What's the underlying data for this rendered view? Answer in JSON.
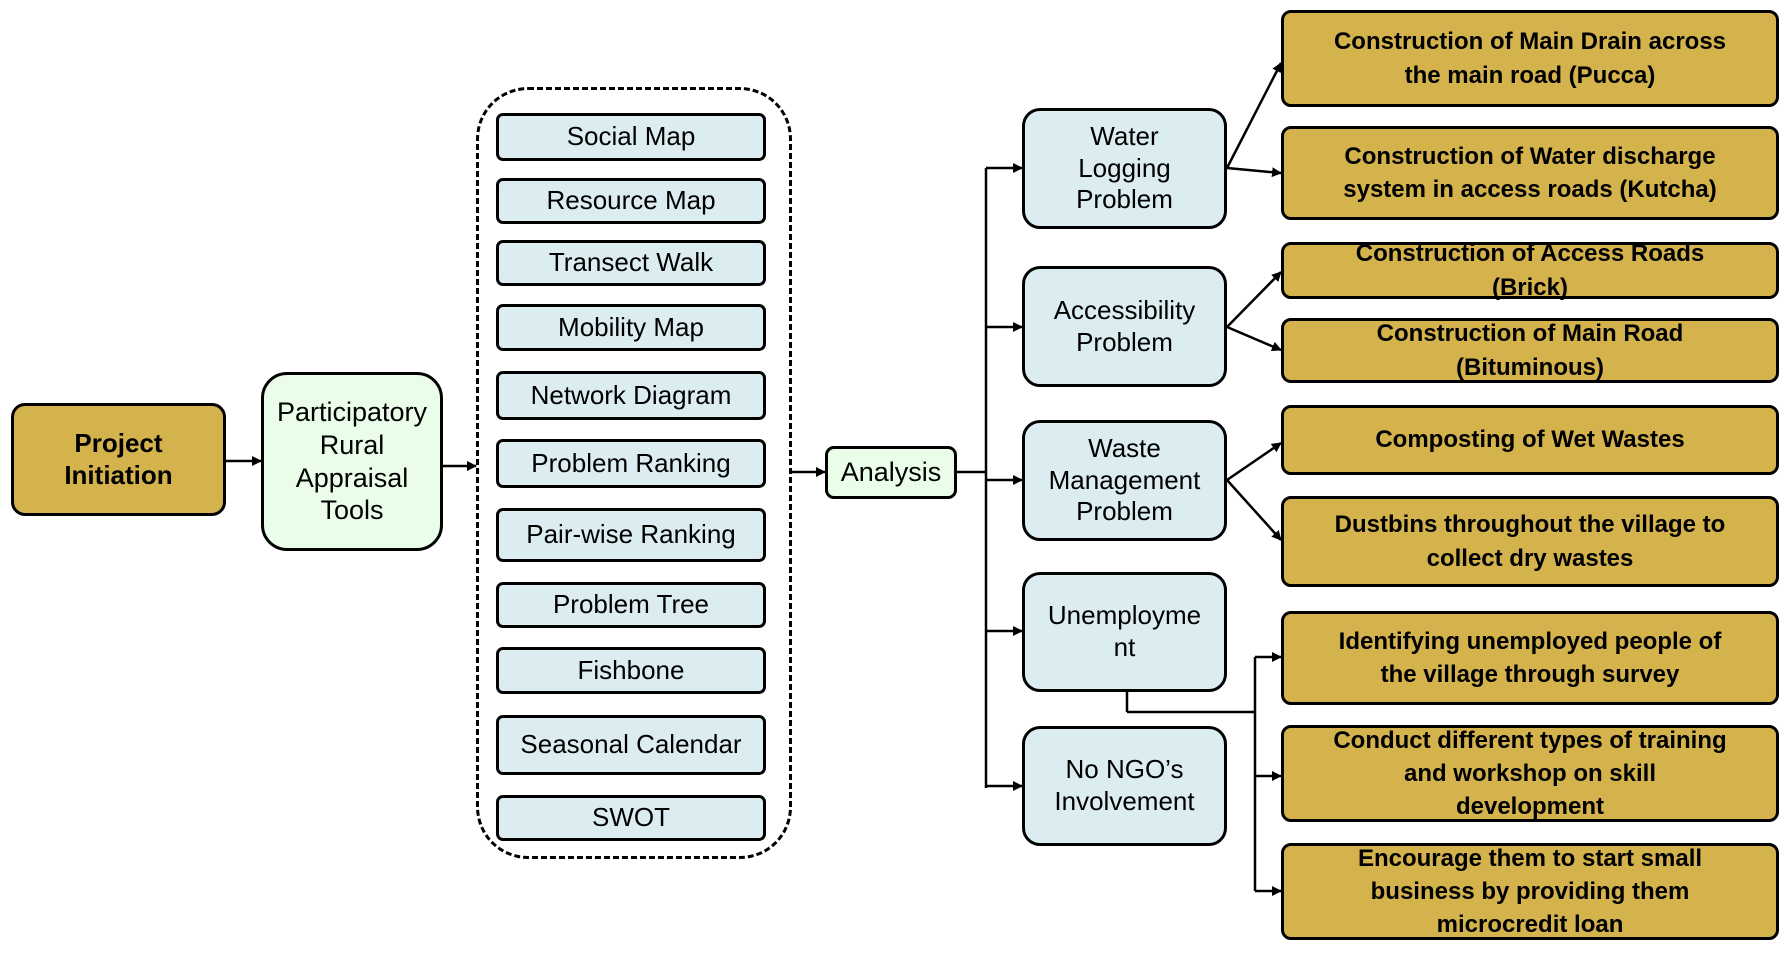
{
  "initiation": "Project\nInitiation",
  "pra": "Participatory\nRural\nAppraisal\nTools",
  "tools": [
    "Social Map",
    "Resource Map",
    "Transect Walk",
    "Mobility Map",
    "Network Diagram",
    "Problem Ranking",
    "Pair-wise Ranking",
    "Problem Tree",
    "Fishbone",
    "Seasonal Calendar",
    "SWOT"
  ],
  "analysis": "Analysis",
  "problems": {
    "water": "Water\nLogging\nProblem",
    "access": "Accessibility\nProblem",
    "waste": "Waste\nManagement\nProblem",
    "unemp": "Unemployme\nnt",
    "ngo": "No NGO’s\nInvolvement"
  },
  "solutions": {
    "s1": "Construction of Main Drain across\nthe main road (Pucca)",
    "s2": "Construction of Water discharge\nsystem in access roads (Kutcha)",
    "s3": "Construction of Access Roads\n(Brick)",
    "s4": "Construction of Main Road\n(Bituminous)",
    "s5": "Composting of Wet Wastes",
    "s6": "Dustbins throughout the village to\ncollect dry wastes",
    "s7": "Identifying unemployed people of\nthe village through survey",
    "s8": "Conduct different types of training\nand workshop on skill\ndevelopment",
    "s9": "Encourage them to start small\nbusiness by providing them\nmicrocredit loan"
  },
  "colors": {
    "gold": "#d4b24c",
    "pale_green": "#e9fde9",
    "pale_blue": "#dcedf2",
    "line": "#000000"
  }
}
